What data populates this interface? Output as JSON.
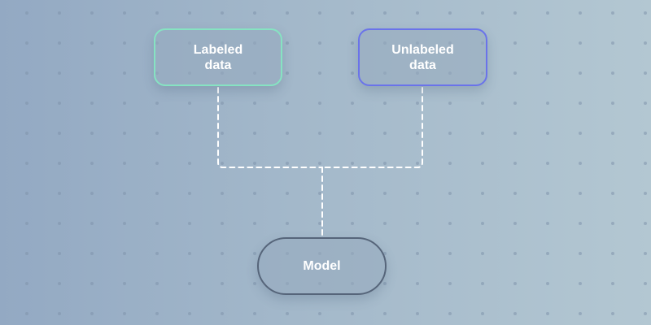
{
  "diagram": {
    "nodes": {
      "labeled": {
        "label": "Labeled\ndata",
        "border_color": "#86e3c2"
      },
      "unlabeled": {
        "label": "Unlabeled\ndata",
        "border_color": "#6a73ea"
      },
      "model": {
        "label": "Model",
        "border_color": "#56657a"
      }
    },
    "connectors": [
      {
        "from": "labeled",
        "to": "model",
        "style": "dashed",
        "color": "#ffffff"
      },
      {
        "from": "unlabeled",
        "to": "model",
        "style": "dashed",
        "color": "#ffffff"
      }
    ],
    "background": {
      "gradient_start": "#93a9c3",
      "gradient_end": "#b3c7d2",
      "dot_color": "#7f94ab"
    }
  }
}
